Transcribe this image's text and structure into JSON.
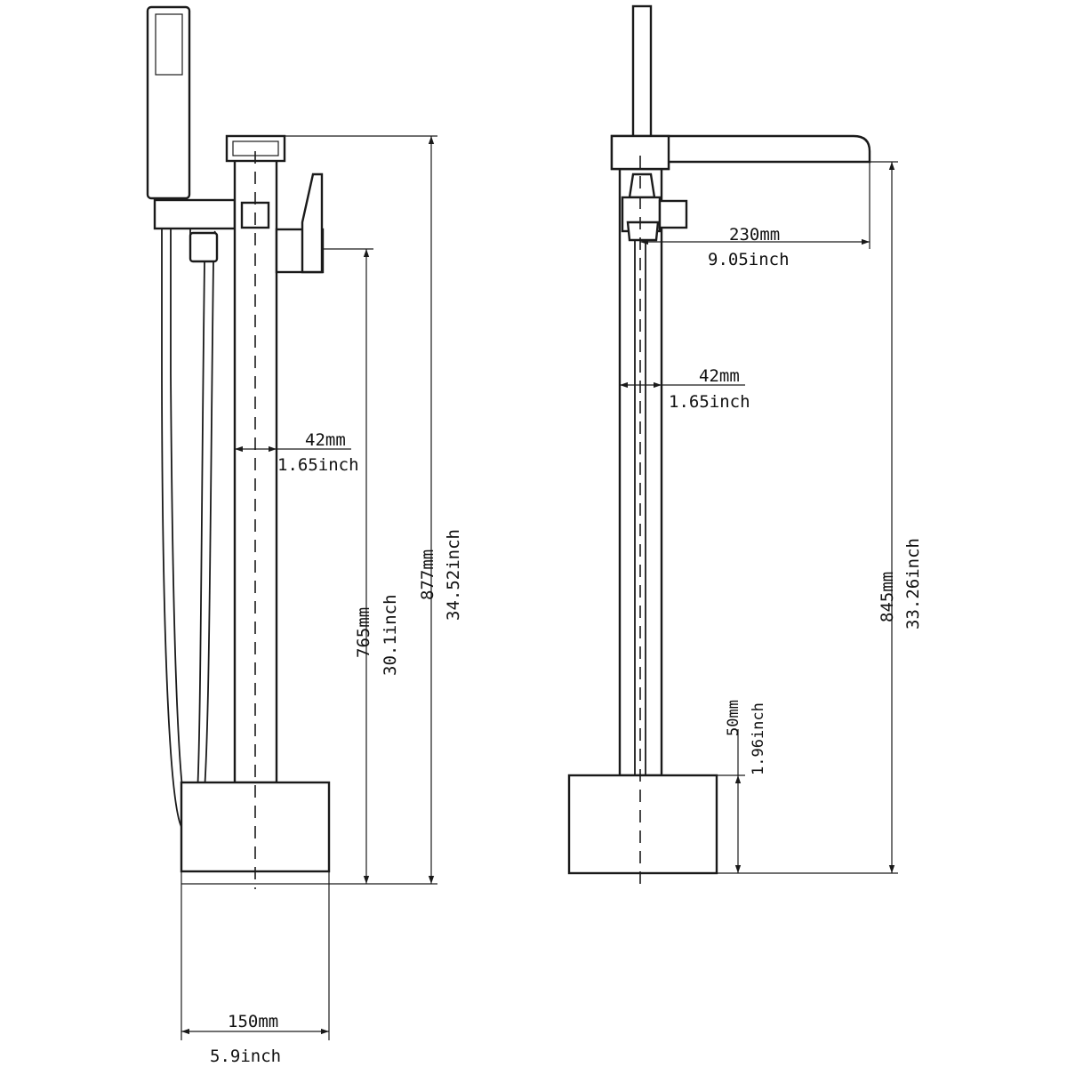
{
  "front_view": {
    "pipe_diameter_mm": "42mm",
    "pipe_diameter_inch": "1.65inch",
    "spout_height_mm": "765mm",
    "spout_height_inch": "30.1inch",
    "total_height_mm": "877mm",
    "total_height_inch": "34.52inch",
    "base_width_mm": "150mm",
    "base_width_inch": "5.9inch"
  },
  "side_view": {
    "spout_reach_mm": "230mm",
    "spout_reach_inch": "9.05inch",
    "pipe_diameter_mm": "42mm",
    "pipe_diameter_inch": "1.65inch",
    "spout_height_mm": "845mm",
    "spout_height_inch": "33.26inch",
    "base_height_mm": "50mm",
    "base_height_inch": "1.96inch"
  }
}
